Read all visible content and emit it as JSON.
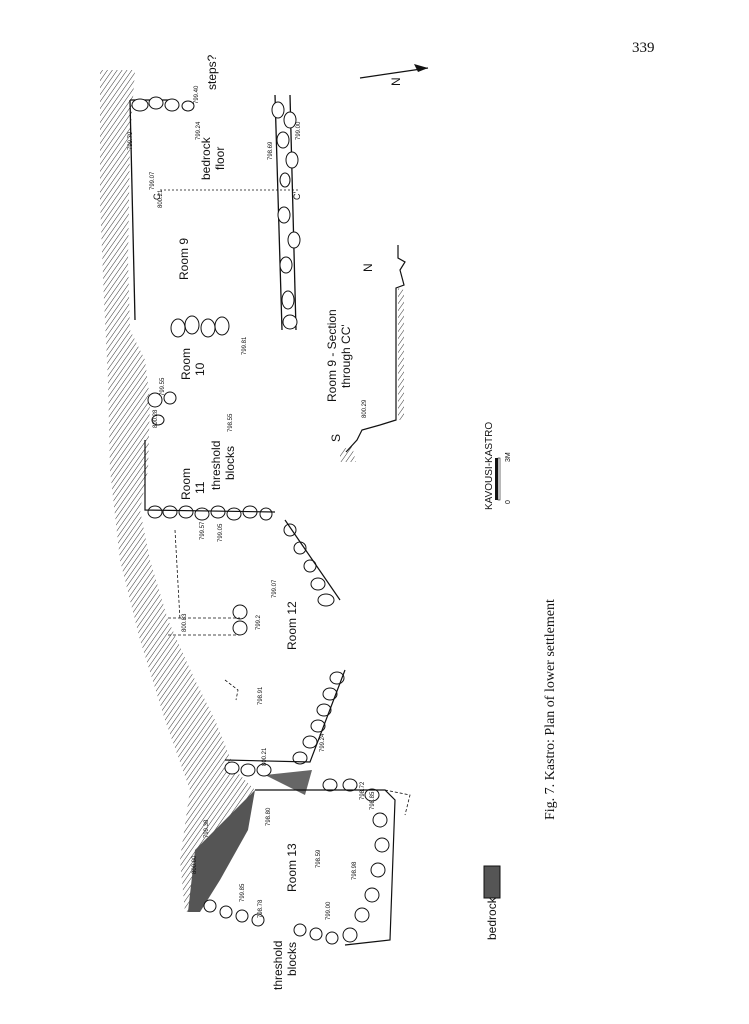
{
  "page_number": "339",
  "caption": "Fig. 7. Kastro: Plan of lower settlement",
  "scale_bar": {
    "title": "KAVOUSI-KASTRO",
    "start": "0",
    "end": "3M"
  },
  "legend": {
    "bedrock_label": "bedrock"
  },
  "north_labels": {
    "plan_arrow": "N",
    "section_north": "N",
    "section_south": "S"
  },
  "rooms": {
    "room9": "Room 9",
    "room10_line1": "Room",
    "room10_line2": "10",
    "room11_line1": "Room",
    "room11_line2": "11",
    "room12": "Room 12",
    "room13": "Room 13"
  },
  "features": {
    "steps": "steps?",
    "bedrock_floor_line1": "bedrock",
    "bedrock_floor_line2": "floor",
    "threshold_11_line1": "threshold",
    "threshold_11_line2": "blocks",
    "threshold_13_line1": "threshold",
    "threshold_13_line2": "blocks",
    "section_title_line1": "Room 9 - Section",
    "section_title_line2": "through CC'",
    "section_c": "C",
    "section_c_prime": "C'"
  },
  "elevations": {
    "e01": "799.40",
    "e02": "799.24",
    "e03": "799.79",
    "e04": "799.07",
    "e05": "800.21",
    "e06": "799.00",
    "e07": "798.69",
    "e08": "799.81",
    "e09": "799.55",
    "e10": "800.28",
    "e11": "798.55",
    "e12": "799.57",
    "e13": "799.05",
    "e14": "799.07",
    "e15": "799.2",
    "e16": "800.83",
    "e17": "798.91",
    "e18": "799.24",
    "e19": "800.21",
    "e20": "798.72",
    "e21": "798.85",
    "e22": "799.38",
    "e23": "798.80",
    "e24": "800.00",
    "e25": "798.59",
    "e26": "799.85",
    "e27": "798.98",
    "e28": "798.78",
    "e29": "799.00",
    "e30": "800.29"
  }
}
